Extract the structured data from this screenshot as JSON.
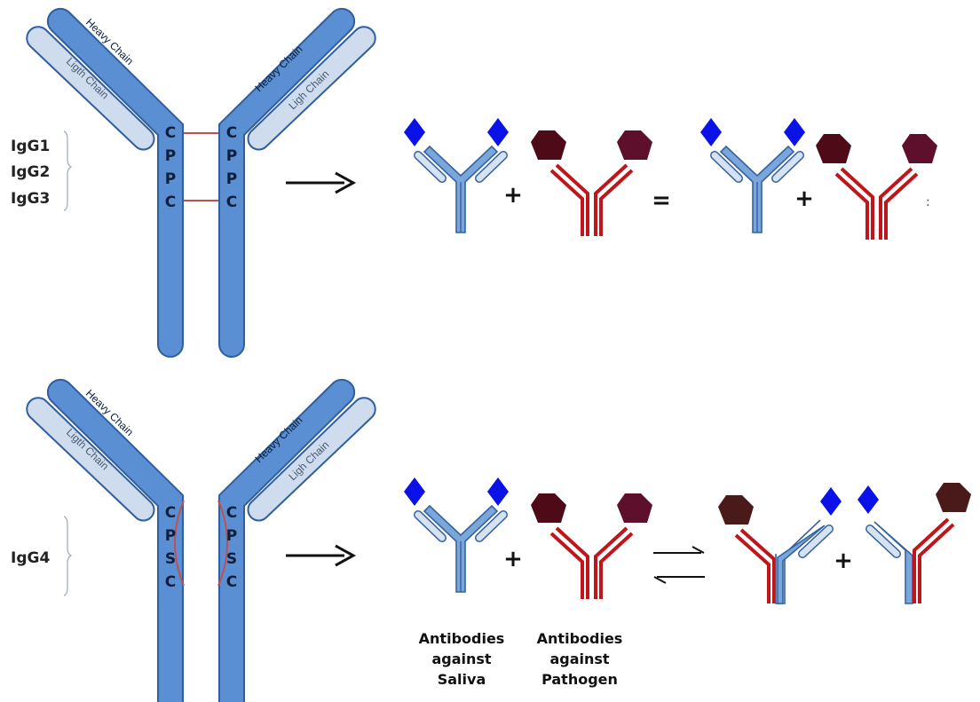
{
  "top_panel": {
    "heavy_chain_left": "Heavy Chain",
    "heavy_chain_right": "Heavy Chain",
    "light_chain_left": "Ligth Chain",
    "light_chain_right": "Ligh Chain",
    "hinge_left": [
      "C",
      "P",
      "P",
      "C"
    ],
    "hinge_right": [
      "C",
      "P",
      "P",
      "C"
    ],
    "subclasses": [
      "IgG1",
      "IgG2",
      "IgG3"
    ],
    "plus_1": "+",
    "equals": "=",
    "plus_2": "+",
    "trailing_mark": ":"
  },
  "bottom_panel": {
    "heavy_chain_left": "Heavy Chain",
    "heavy_chain_right": "Heavy Chain",
    "light_chain_left": "Ligth Chain",
    "light_chain_right": "Ligh Chain",
    "hinge_left": [
      "C",
      "P",
      "S",
      "C"
    ],
    "hinge_right": [
      "C",
      "P",
      "S",
      "C"
    ],
    "subclass": "IgG4",
    "plus_1": "+",
    "plus_2": "+",
    "caption_saliva": [
      "Antibodies",
      "against",
      "Saliva"
    ],
    "caption_pathogen": [
      "Antibodies",
      "against",
      "Pathogen"
    ]
  },
  "colors": {
    "heavy_chain": "#5b8fd4",
    "light_chain": "#cfdcee",
    "disulfide_bond": "#c0504d",
    "saliva_antigen": "#0a12e8",
    "pathogen_antigen": "#4f0a18",
    "pathogen_antibody": "#c0161b"
  }
}
